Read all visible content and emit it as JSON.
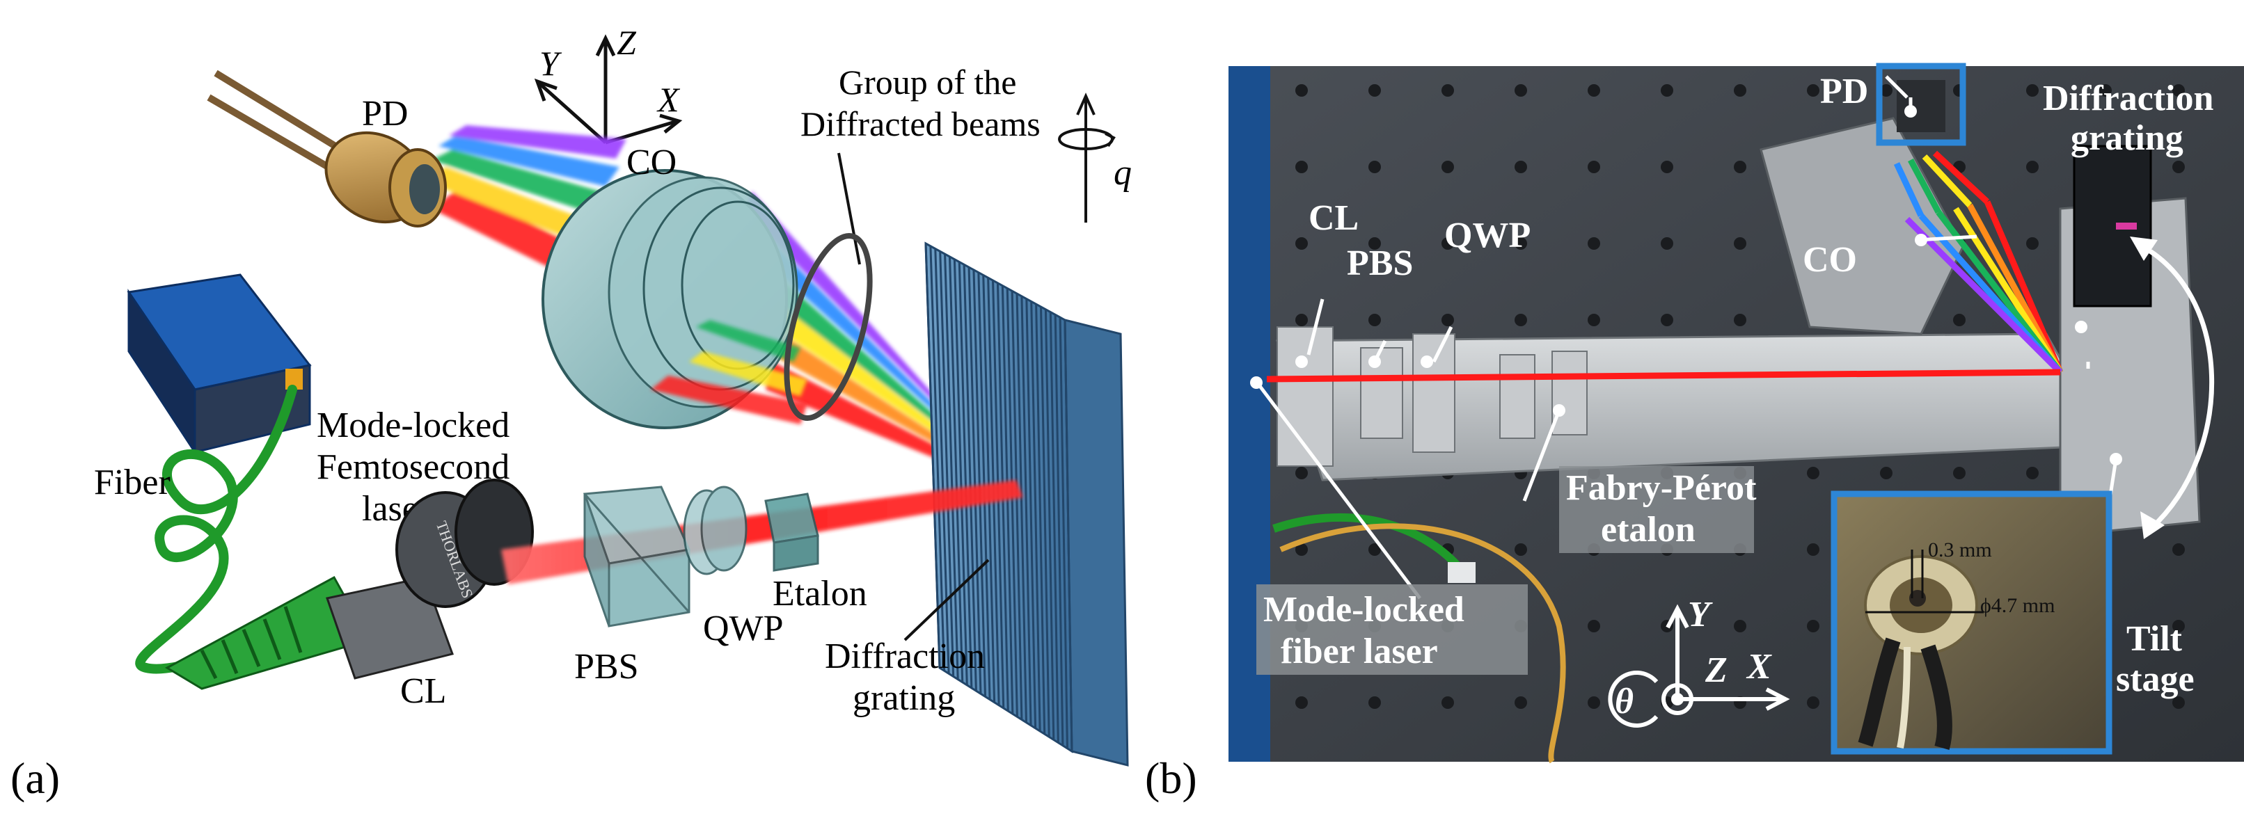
{
  "panel_a": {
    "tag": "(a)",
    "labels": {
      "pd": "PD",
      "co": "CO",
      "group_line1": "Group of the",
      "group_line2": "Diffracted beams",
      "laser_line1": "Mode-locked",
      "laser_line2": "Femtosecond",
      "laser_line3": "laser",
      "fiber": "Fiber",
      "cl": "CL",
      "pbs": "PBS",
      "qwp": "QWP",
      "etalon": "Etalon",
      "grating_line1": "Diffraction",
      "grating_line2": "grating",
      "axis_x": "X",
      "axis_y": "Y",
      "axis_z": "Z",
      "rotation": "q",
      "collimator_brand": "THORLABS"
    }
  },
  "panel_b": {
    "tag": "(b)",
    "labels": {
      "pd": "PD",
      "grating_line1": "Diffraction",
      "grating_line2": "grating",
      "cl": "CL",
      "pbs": "PBS",
      "qwp": "QWP",
      "co": "CO",
      "etalon_line1": "Fabry-Pérot",
      "etalon_line2": "etalon",
      "laser_line1": "Mode-locked",
      "laser_line2": "fiber laser",
      "axis_y": "Y",
      "axis_z": "Z",
      "axis_x": "X",
      "axis_theta": "θ",
      "tilt_line1": "Tilt",
      "tilt_line2": "stage",
      "inset_dim1": "0.3 mm",
      "inset_dim2": "ϕ4.7 mm"
    }
  },
  "colors": {
    "beam_red": "#ff1a1a",
    "beam_orange": "#ff8c1a",
    "beam_yellow": "#ffe81a",
    "beam_green": "#19b35a",
    "beam_blue": "#2a8cff",
    "beam_violet": "#9a3cff",
    "grating_blue": "#4f86b6",
    "optics_teal": "#7fb3b7",
    "fiber_green": "#1f9a2a",
    "laser_box_blue": "#1f5fb4",
    "inset_frame": "#2d86d6",
    "table_dark": "#3a3e44"
  }
}
